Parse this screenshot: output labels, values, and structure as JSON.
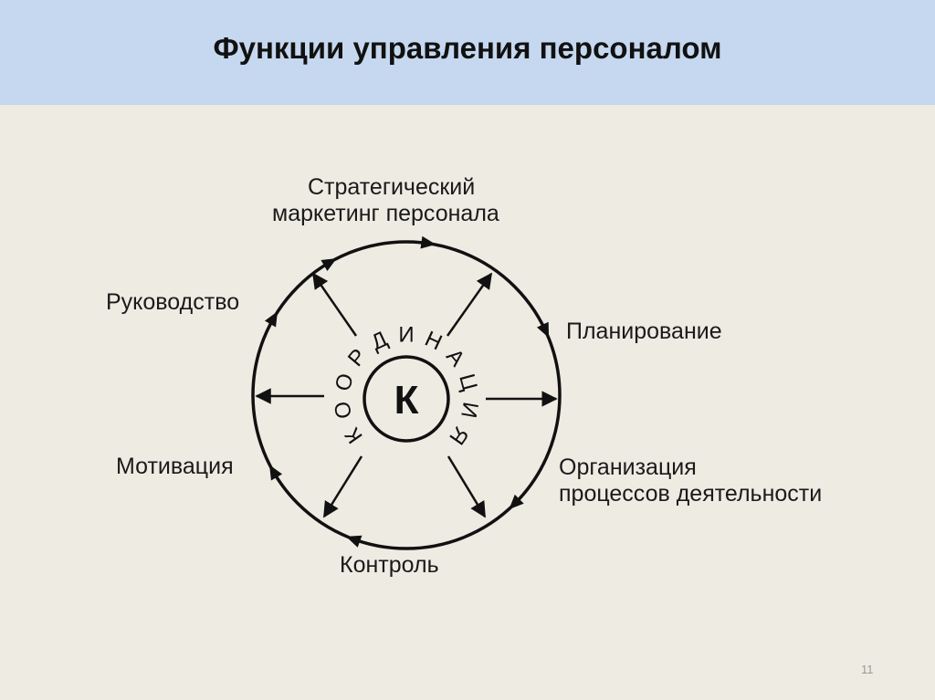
{
  "slide": {
    "title": "Функции управления персоналом",
    "page_number": "11"
  },
  "diagram": {
    "center_label": "К",
    "ring_text": [
      "К",
      "О",
      "О",
      "Р",
      "Д",
      "И",
      "Н",
      "А",
      "Ц",
      "И",
      "Я"
    ],
    "labels": {
      "strategic_line1": "Стратегический",
      "strategic_line2": "маркетинг персонала",
      "planning": "Планирование",
      "organization_line1": "Организация",
      "organization_line2": "процессов деятельности",
      "control": "Контроль",
      "motivation": "Мотивация",
      "leadership": "Руководство"
    }
  },
  "colors": {
    "title_bar": "#c5d8ef",
    "background": "#eeebe3",
    "ink": "#111111"
  }
}
